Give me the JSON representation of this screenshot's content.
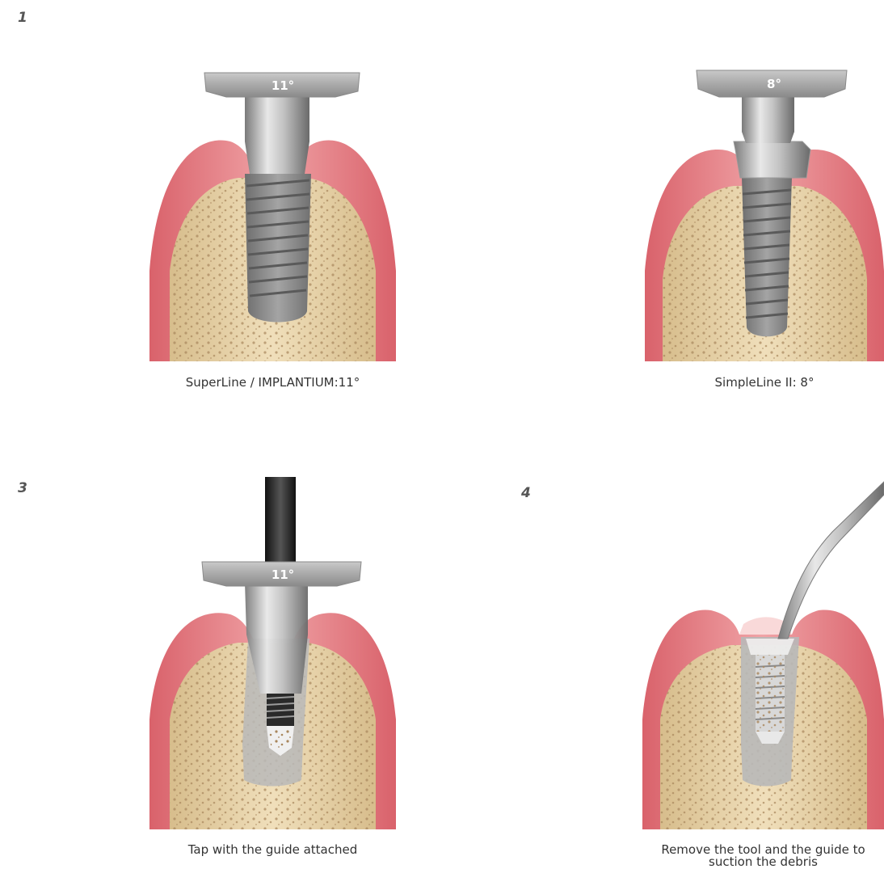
{
  "steps": [
    {
      "number": "1",
      "angle_label": "11°",
      "caption": "SuperLine / IMPLANTIUM:11°"
    },
    {
      "number": "",
      "angle_label": "8°",
      "caption": "SimpleLine II: 8°"
    },
    {
      "number": "3",
      "angle_label": "11°",
      "caption": "Tap with the guide attached"
    },
    {
      "number": "4",
      "angle_label": "",
      "caption_line1": "Remove the tool and the guide to",
      "caption_line2": "suction the debris"
    }
  ],
  "colors": {
    "gum": "#e8848a",
    "gum_light": "#f4b7b7",
    "bone": "#e8d3a8",
    "bone_pore": "#a8865c",
    "metal": "#b8b8b8",
    "metal_dark": "#6e6e6e",
    "tool_black": "#2a2a2a"
  }
}
